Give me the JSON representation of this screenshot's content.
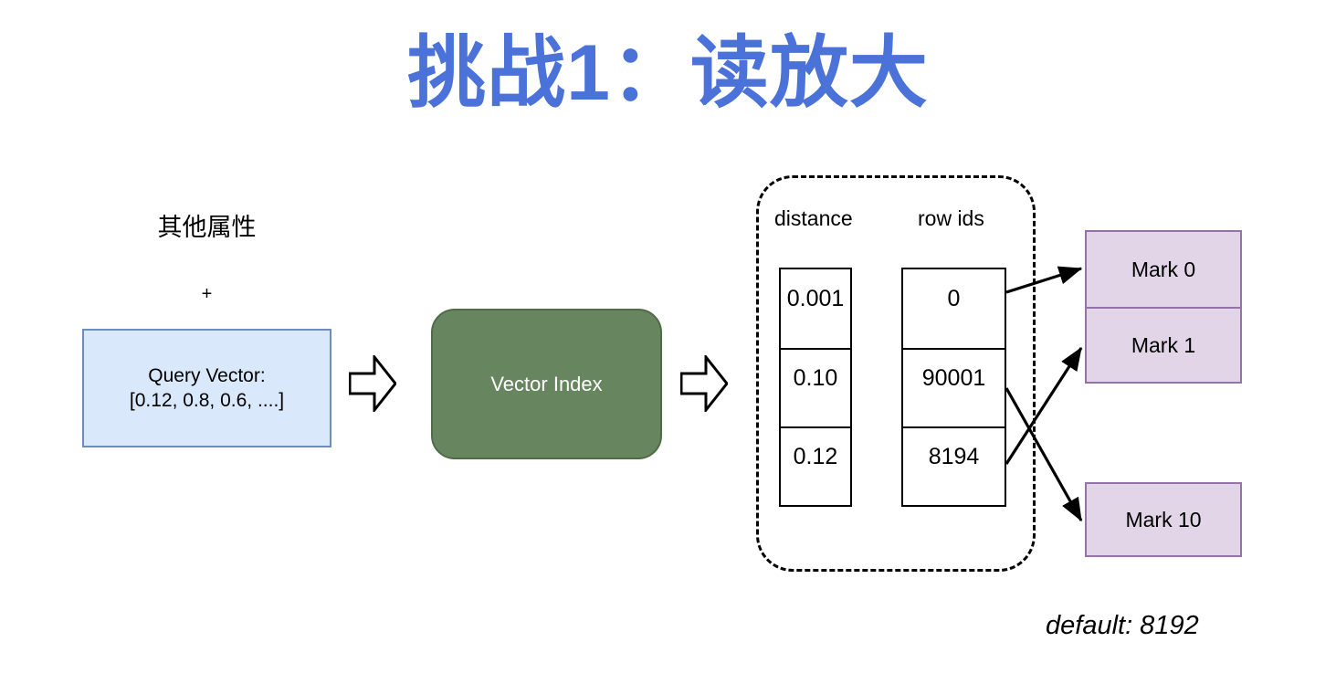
{
  "slide": {
    "title": "挑战1：读放大",
    "title_color": "#4a72d8",
    "background": "#ffffff"
  },
  "left_input": {
    "other_attributes_label": "其他属性",
    "plus_label": "+",
    "query_box": {
      "line1": "Query Vector:",
      "line2": "[0.12, 0.8, 0.6, ....]",
      "fill": "#dae8fc",
      "stroke": "#6c8ebf"
    }
  },
  "flow_arrows": {
    "arrow_into_index": "block-arrow-right-icon",
    "arrow_out_of_index": "block-arrow-right-icon"
  },
  "index_node": {
    "label": "Vector Index",
    "fill": "#67855f",
    "text_color": "#ffffff"
  },
  "result_group": {
    "container_style": "dashed-rounded",
    "columns": [
      {
        "header": "distance",
        "values": [
          "0.001",
          "0.10",
          "0.12"
        ]
      },
      {
        "header": "row ids",
        "values": [
          "0",
          "90001",
          "8194"
        ]
      }
    ]
  },
  "marks": {
    "fill": "#e1d5e7",
    "stroke": "#9673a6",
    "stack": [
      "Mark 0",
      "Mark 1"
    ],
    "single": "Mark 10"
  },
  "connectors": [
    {
      "from": "row-ids-cell-0",
      "to": "mark-0"
    },
    {
      "from": "row-ids-cell-1",
      "to": "mark-10"
    },
    {
      "from": "row-ids-cell-2",
      "to": "mark-1"
    }
  ],
  "footnote": "default: 8192"
}
